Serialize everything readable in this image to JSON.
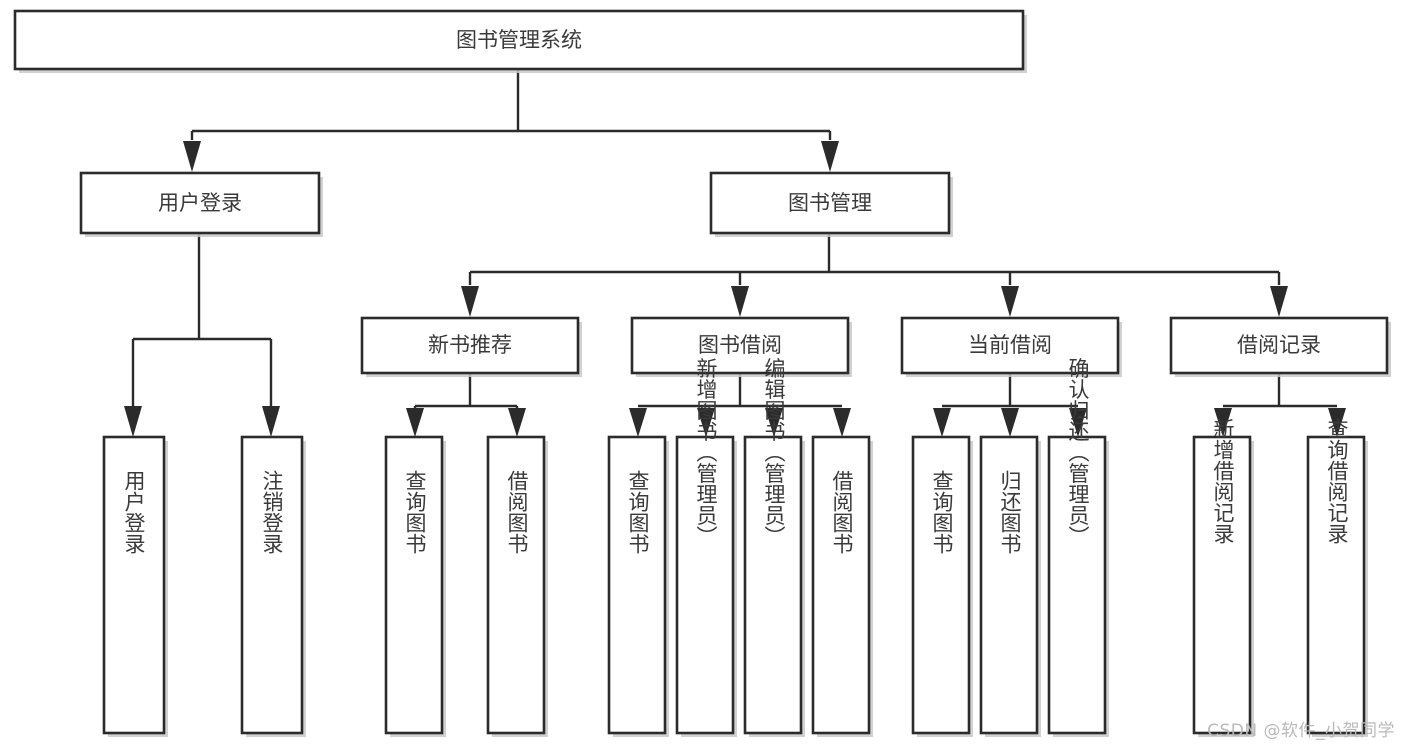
{
  "diagram": {
    "type": "tree-hierarchy",
    "title": "图书管理系统",
    "watermark": "CSDN @软件_小贺同学",
    "root": {
      "label": "图书管理系统",
      "orientation": "horizontal"
    },
    "level2": [
      {
        "label": "用户登录"
      },
      {
        "label": "图书管理"
      }
    ],
    "level3": [
      {
        "label": "新书推荐"
      },
      {
        "label": "图书借阅"
      },
      {
        "label": "当前借阅"
      },
      {
        "label": "借阅记录"
      }
    ],
    "leaves": {
      "user_login": [
        {
          "label": "用户登录"
        },
        {
          "label": "注销登录"
        }
      ],
      "new_book_recommend": [
        {
          "label": "查询图书"
        },
        {
          "label": "借阅图书"
        }
      ],
      "book_borrow": [
        {
          "label": "查询图书"
        },
        {
          "label": "新增图书（管理员）"
        },
        {
          "label": "编辑图书（管理员）"
        },
        {
          "label": "借阅图书"
        }
      ],
      "current_borrow": [
        {
          "label": "查询图书"
        },
        {
          "label": "归还图书"
        },
        {
          "label": "确认归还（管理员）"
        }
      ],
      "borrow_record": [
        {
          "label": "新增借阅记录"
        },
        {
          "label": "查询借阅记录"
        }
      ]
    },
    "colors": {
      "box_stroke": "#2b2b2b",
      "box_fill": "#ffffff",
      "text": "#3a3a3a",
      "shadow": "#c9c9c9",
      "watermark": "#b9b9b9",
      "background": "#ffffff"
    }
  }
}
